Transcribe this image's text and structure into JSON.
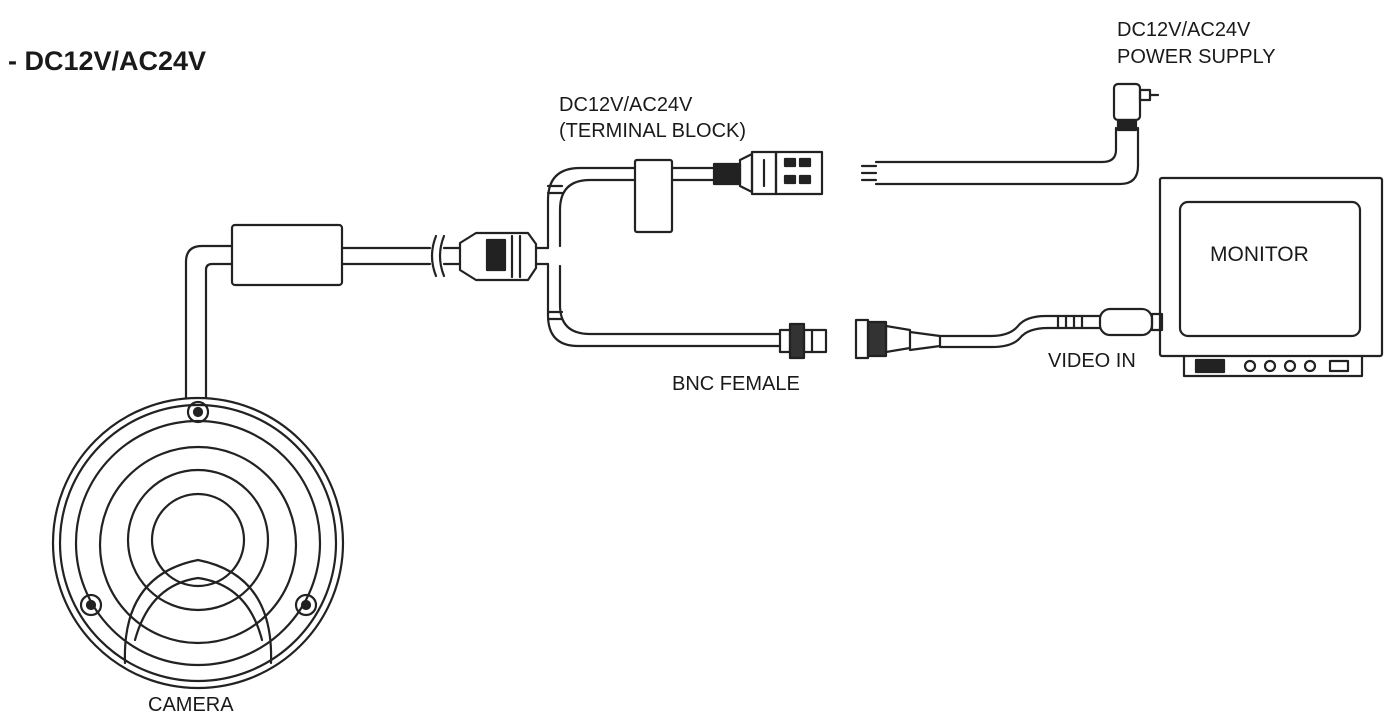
{
  "diagram": {
    "heading": "- DC12V/AC24V",
    "power_supply_label": [
      "DC12V/AC24V",
      "POWER SUPPLY"
    ],
    "terminal_block_label": [
      "DC12V/AC24V",
      "(TERMINAL BLOCK)"
    ],
    "monitor_label": "MONITOR",
    "video_in_label": "VIDEO IN",
    "bnc_female_label": "BNC FEMALE",
    "camera_label": "CAMERA"
  }
}
